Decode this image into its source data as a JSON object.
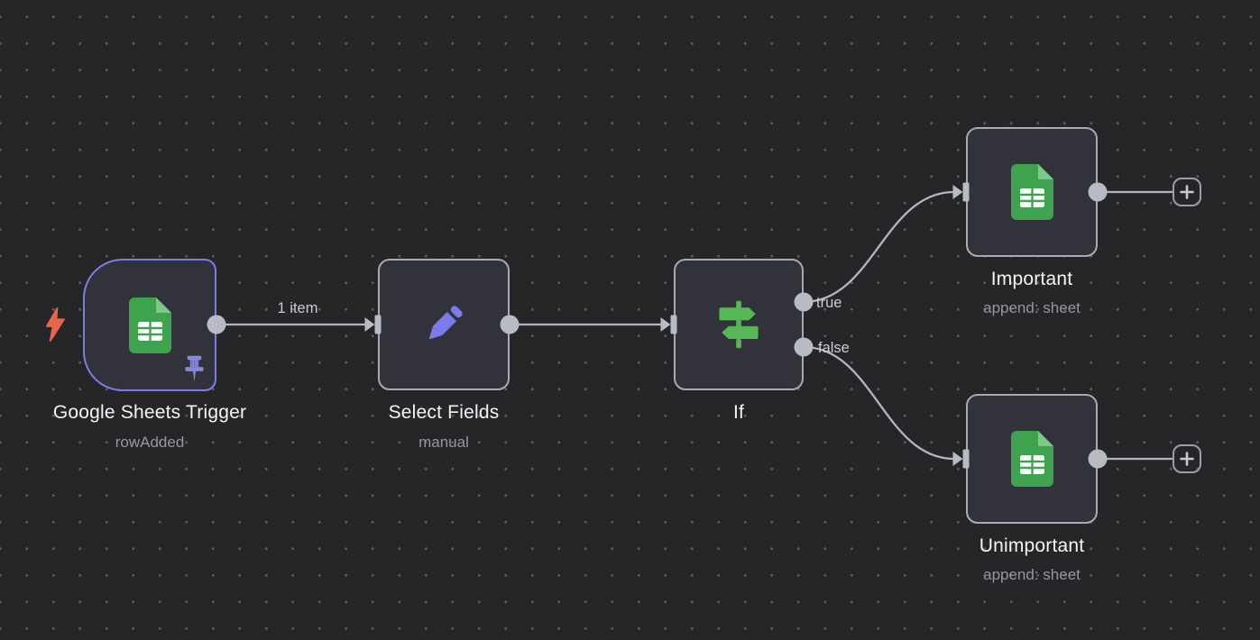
{
  "workflow": {
    "nodes": [
      {
        "name": "Google Sheets Trigger",
        "subtitle": "rowAdded",
        "type": "trigger",
        "icon": "google-sheets-icon",
        "pinned": true,
        "trigger_indicator": "lightning-bolt-icon"
      },
      {
        "name": "Select Fields",
        "subtitle": "manual",
        "icon": "pencil-icon"
      },
      {
        "name": "If",
        "icon": "signpost-icon",
        "outputs": [
          "true",
          "false"
        ]
      },
      {
        "name": "Important",
        "subtitle": "append: sheet",
        "icon": "google-sheets-icon"
      },
      {
        "name": "Unimportant",
        "subtitle": "append: sheet",
        "icon": "google-sheets-icon"
      }
    ],
    "connections": [
      {
        "from": "Google Sheets Trigger",
        "to": "Select Fields",
        "label": "1 item"
      },
      {
        "from": "Select Fields",
        "to": "If",
        "label": ""
      },
      {
        "from": "If",
        "output": "true",
        "to": "Important"
      },
      {
        "from": "If",
        "output": "false",
        "to": "Unimportant"
      }
    ],
    "add_node_buttons": [
      {
        "after": "Important",
        "icon": "plus-icon"
      },
      {
        "after": "Unimportant",
        "icon": "plus-icon"
      }
    ]
  },
  "colors": {
    "canvas_bg": "#262629",
    "grid_dot": "#5d5d61",
    "node_bg": "#32333a",
    "node_border": "#a6abb4",
    "trigger_border": "#7d7de8",
    "connector": "#b2b6be",
    "title_text": "#f3f4f6",
    "subtitle_text": "#94979f",
    "wire_label_text": "#c9ccd2",
    "sheets_green": "#3fa24f",
    "sheets_fold_green": "#7dc98a",
    "pencil_purple": "#7b7bed",
    "signpost_green": "#57b757",
    "bolt_orange": "#e8644d",
    "pin_purple": "#8787df"
  }
}
